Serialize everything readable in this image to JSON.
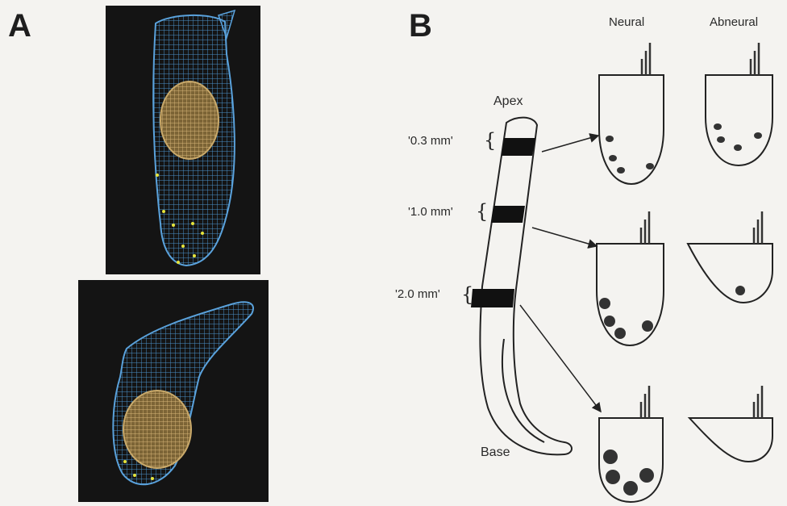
{
  "panels": {
    "a": {
      "letter": "A"
    },
    "b": {
      "letter": "B"
    }
  },
  "diagram": {
    "column_neural": "Neural",
    "column_abneural": "Abneural",
    "apex": "Apex",
    "base": "Base",
    "positions": [
      {
        "label": "'0.3 mm'"
      },
      {
        "label": "'1.0 mm'"
      },
      {
        "label": "'2.0 mm'"
      }
    ]
  },
  "colors": {
    "photo_background": "#141414",
    "mesh": "#4a90c8",
    "nucleus": "#c9a96a",
    "synapse_marks": "#e6e43a",
    "line_art": "#222222"
  }
}
